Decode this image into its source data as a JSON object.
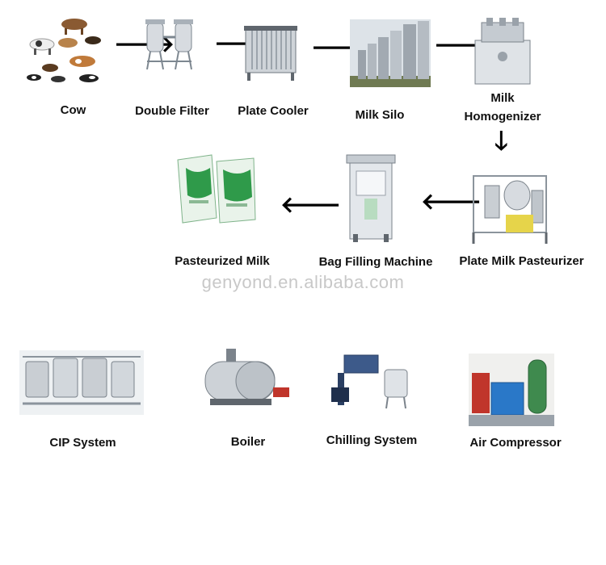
{
  "flow": {
    "cow": "Cow",
    "double_filter": "Double Filter",
    "plate_cooler": "Plate Cooler",
    "milk_silo": "Milk Silo",
    "homogenizer_line1": "Milk",
    "homogenizer_line2": "Homogenizer",
    "pasteurizer": "Plate Milk Pasteurizer",
    "bag_filling": "Bag Filling Machine",
    "pasteurized_milk": "Pasteurized Milk"
  },
  "auxiliary": {
    "cip": "CIP System",
    "boiler": "Boiler",
    "chilling": "Chilling System",
    "air_compressor": "Air Compressor"
  },
  "watermark": "genyond.en.alibaba.com",
  "colors": {
    "steel": "#c9ced3",
    "milk_bag_green": "#2f9a4a",
    "boiler_red": "#c0352b",
    "compressor_blue": "#2a78c8"
  }
}
